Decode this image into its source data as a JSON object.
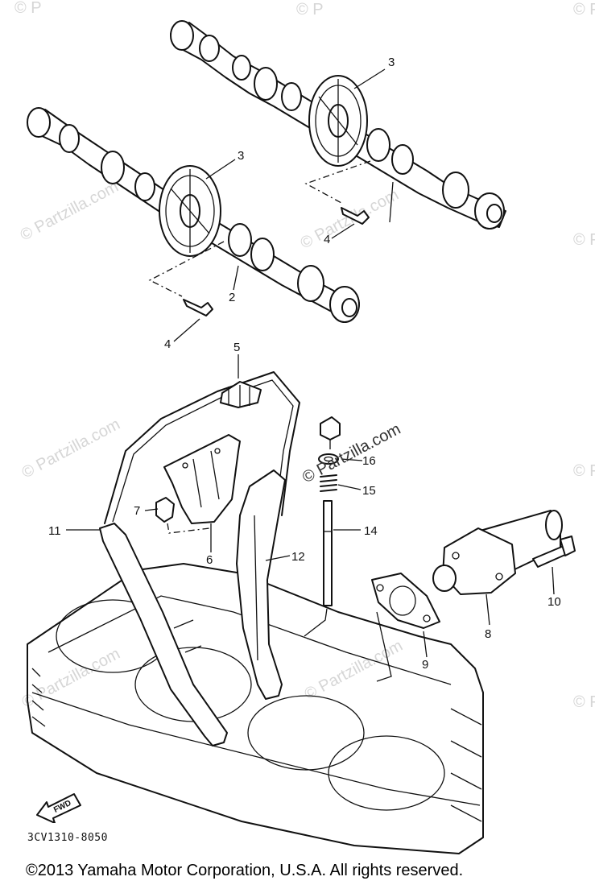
{
  "callouts": [
    {
      "id": "c1",
      "text": "3"
    },
    {
      "id": "c2",
      "text": "3"
    },
    {
      "id": "c3",
      "text": "2"
    },
    {
      "id": "c4",
      "text": "4"
    },
    {
      "id": "c5",
      "text": "4"
    },
    {
      "id": "c6",
      "text": "5"
    },
    {
      "id": "c7",
      "text": "16"
    },
    {
      "id": "c8",
      "text": "15"
    },
    {
      "id": "c9",
      "text": "7"
    },
    {
      "id": "c10",
      "text": "11"
    },
    {
      "id": "c11",
      "text": "14"
    },
    {
      "id": "c12",
      "text": "12"
    },
    {
      "id": "c13",
      "text": "6"
    },
    {
      "id": "c14",
      "text": "10"
    },
    {
      "id": "c15",
      "text": "8"
    },
    {
      "id": "c16",
      "text": "9"
    }
  ],
  "fwd_label": "FWD",
  "doc_code": "3CV1310-8050",
  "copyright": "©2013  Yamaha Motor Corporation, U.S.A. All rights reserved.",
  "watermark_text": "© Partzilla.com",
  "watermark_short": "© P",
  "watermark_dark": "© Partzilla.com"
}
